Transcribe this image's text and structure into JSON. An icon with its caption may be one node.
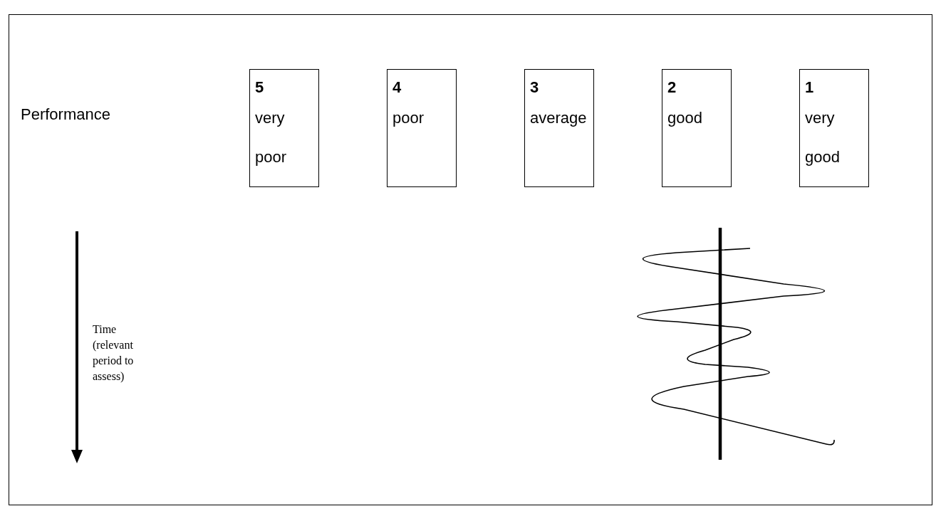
{
  "diagram": {
    "nodes": [
      {
        "text": [
          "5",
          "very poor"
        ]
      },
      {
        "text": [
          "4",
          "poor"
        ]
      },
      {
        "text": [
          "3",
          "average"
        ]
      },
      {
        "text": [
          "2",
          "good"
        ]
      },
      {
        "text": [
          "1",
          "very good"
        ]
      }
    ],
    "labels": [
      "Performance",
      "Time (relevant period to assess)"
    ]
  }
}
